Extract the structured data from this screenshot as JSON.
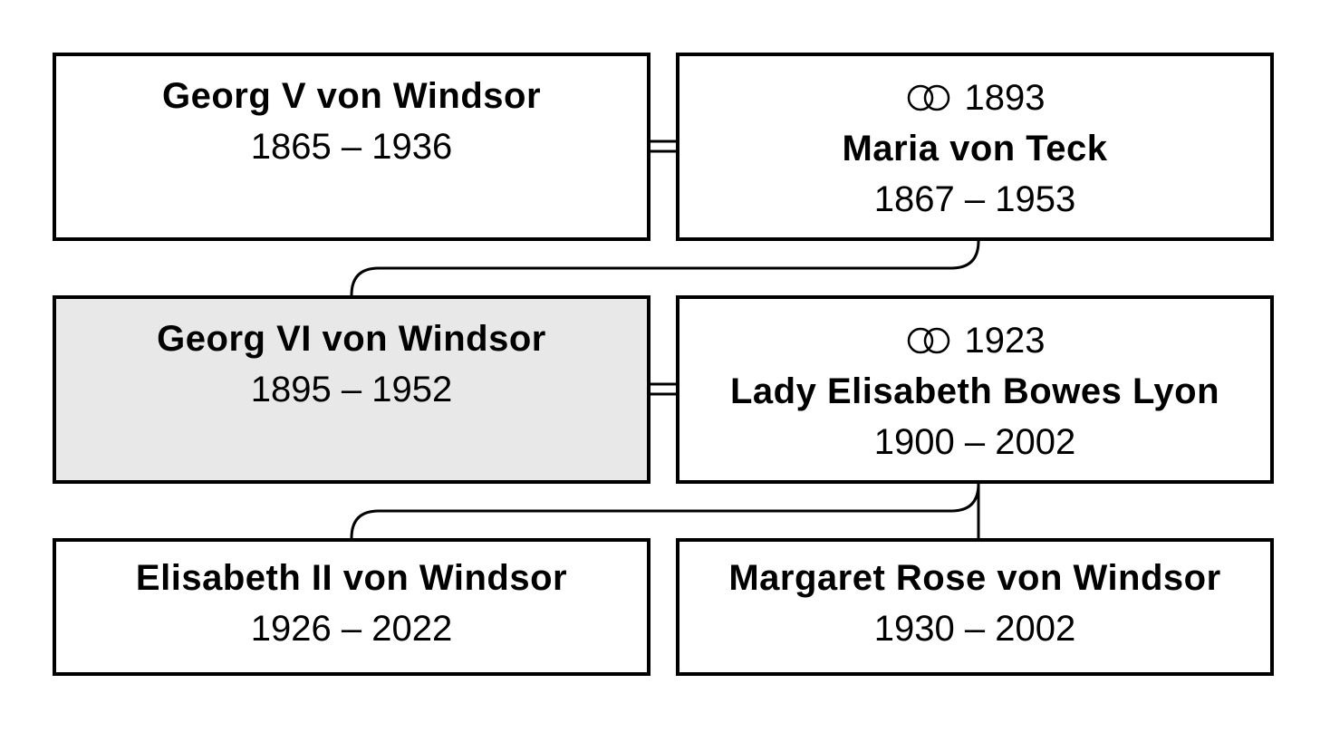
{
  "tree": {
    "generation1": {
      "husband": {
        "name": "Georg V von Windsor",
        "dates": "1865 – 1936"
      },
      "wife": {
        "marriage_year": "1893",
        "name": "Maria von Teck",
        "dates": "1867 – 1953"
      }
    },
    "generation2": {
      "husband": {
        "name": "Georg VI von Windsor",
        "dates": "1895 – 1952"
      },
      "wife": {
        "marriage_year": "1923",
        "name": "Lady Elisabeth Bowes Lyon",
        "dates": "1900 – 2002"
      }
    },
    "generation3": {
      "child1": {
        "name": "Elisabeth II von Windsor",
        "dates": "1926 – 2022"
      },
      "child2": {
        "name": "Margaret Rose von Windsor",
        "dates": "1930 – 2002"
      }
    }
  },
  "icons": {
    "marriage": "wedding-rings-icon"
  },
  "colors": {
    "border": "#000000",
    "highlight_fill": "#e8e8e8",
    "box_fill": "#ffffff"
  }
}
